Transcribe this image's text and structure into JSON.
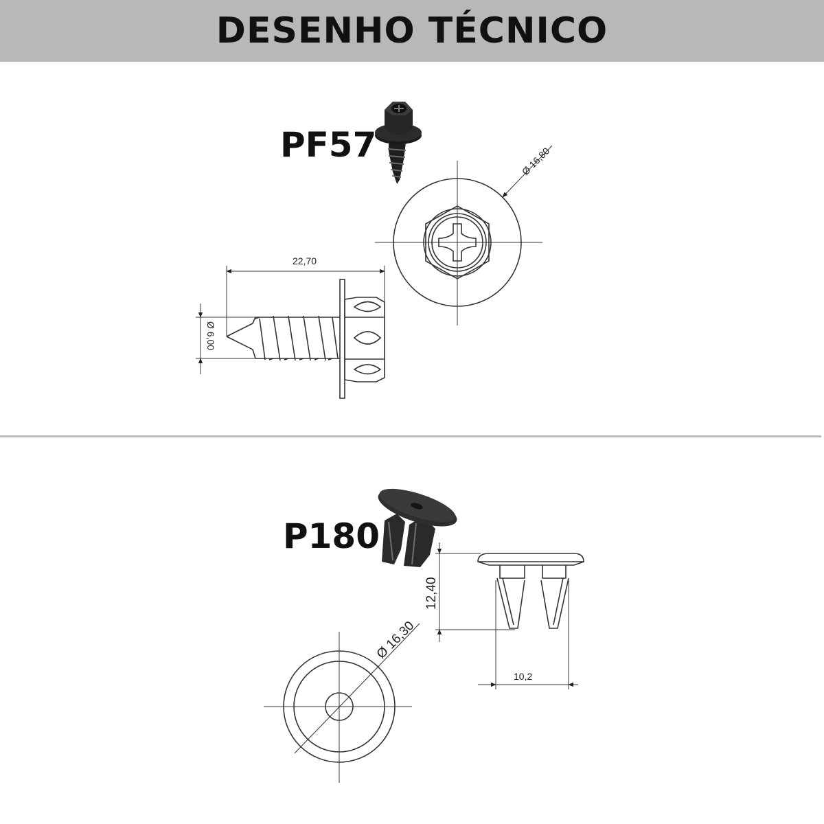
{
  "header": {
    "title": "DESENHO TÉCNICO"
  },
  "parts": [
    {
      "code": "PF57",
      "dimensions": {
        "length": "22,70",
        "shank_diameter": "Ø 6,00",
        "head_diameter": "Ø 16,80"
      }
    },
    {
      "code": "P180",
      "dimensions": {
        "height": "12,40",
        "head_diameter": "Ø 16,30",
        "width": "10,2"
      }
    }
  ],
  "colors": {
    "header_bg": "#b8b8b8",
    "line": "#333333",
    "part_fill": "#1e1e1e"
  }
}
